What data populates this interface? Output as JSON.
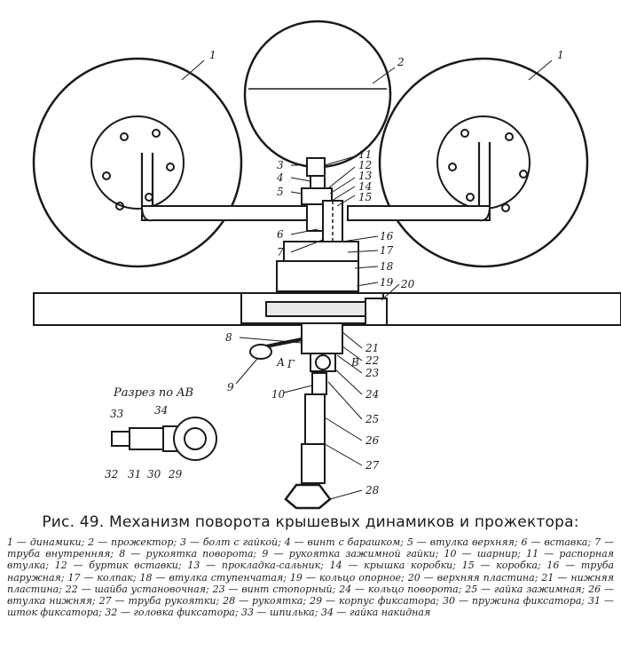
{
  "figure": {
    "callouts": [
      "1",
      "1",
      "2",
      "3",
      "4",
      "5",
      "6",
      "7",
      "8",
      "9",
      "10",
      "11",
      "12",
      "13",
      "14",
      "15",
      "16",
      "17",
      "18",
      "19",
      "20",
      "21",
      "22",
      "23",
      "24",
      "25",
      "26",
      "27",
      "28"
    ],
    "section_label": "Разрез по AB",
    "section_callouts": [
      "33",
      "34",
      "32",
      "31",
      "30",
      "29"
    ],
    "cut_marks": [
      "А",
      "Г",
      "В"
    ]
  },
  "caption": "Рис. 49. Механизм поворота крышевых динамиков и прожектора:",
  "legend": "1 — динамики; 2 — прожектор; 3 — болт с гайкой; 4 — винт с барашком; 5 — втулка верхняя; 6 — вставка; 7 — труба внутренняя; 8 — рукоятка поворота; 9 — рукоятка зажимной гайки; 10 — шарнир; 11 — распорная втулка; 12 — буртик вставки; 13 — прокладка-сальник; 14 — крышка коробки; 15 — коробка; 16 — труба наружная; 17 — колпак; 18 — втулка ступенчатая; 19 — кольцо опорное; 20 — верхняя пластина; 21 — нижняя пластина; 22 — шайба установочная; 23 — винт стопорный; 24 — кольцо поворота; 25 — гайка зажимная; 26 — втулка нижняя; 27 — труба рукоятки; 28 — рукоятка; 29 — корпус фиксатора; 30 — пружина фиксатора; 31 — шток фиксатора; 32 — головка фиксатора; 33 — шпилька; 34 — гайка накидная"
}
